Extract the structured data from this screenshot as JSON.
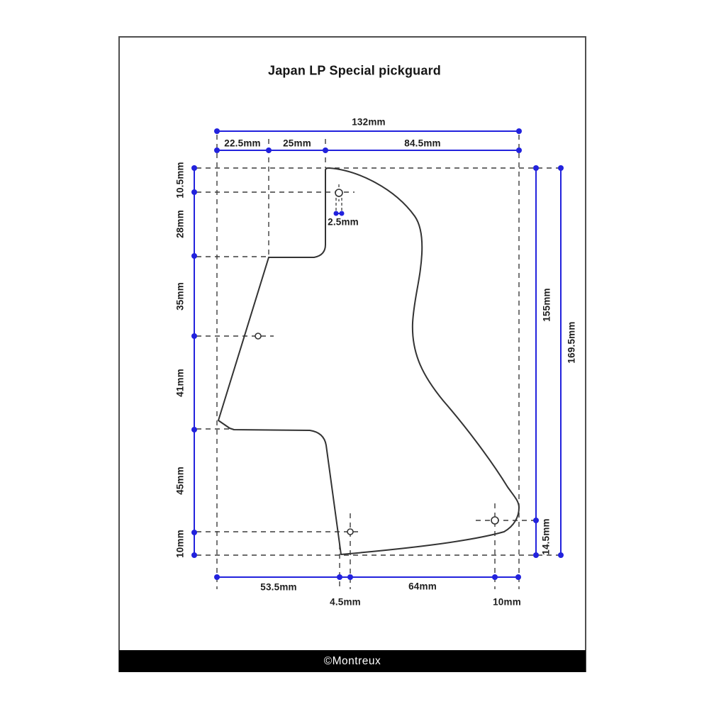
{
  "title": "Japan LP Special pickguard",
  "footer": {
    "brand": "©Montreux"
  },
  "colors": {
    "dimension_blue": "#2222dd",
    "drawing_ink": "#3c3c3c",
    "footer_bg": "#000000",
    "footer_text": "#ffffff",
    "page_bg": "#ffffff"
  },
  "dimensions": {
    "overall_width": "132mm",
    "top_segments": [
      "22.5mm",
      "25mm",
      "84.5mm"
    ],
    "left_segments": [
      "10.5mm",
      "28mm",
      "35mm",
      "41mm",
      "45mm",
      "10mm"
    ],
    "right_upper": "155mm",
    "right_overall": "169.5mm",
    "right_lower": "14.5mm",
    "bottom_segments": [
      "53.5mm",
      "4.5mm",
      "64mm",
      "10mm"
    ],
    "screw_slot_offset": "2.5mm"
  }
}
